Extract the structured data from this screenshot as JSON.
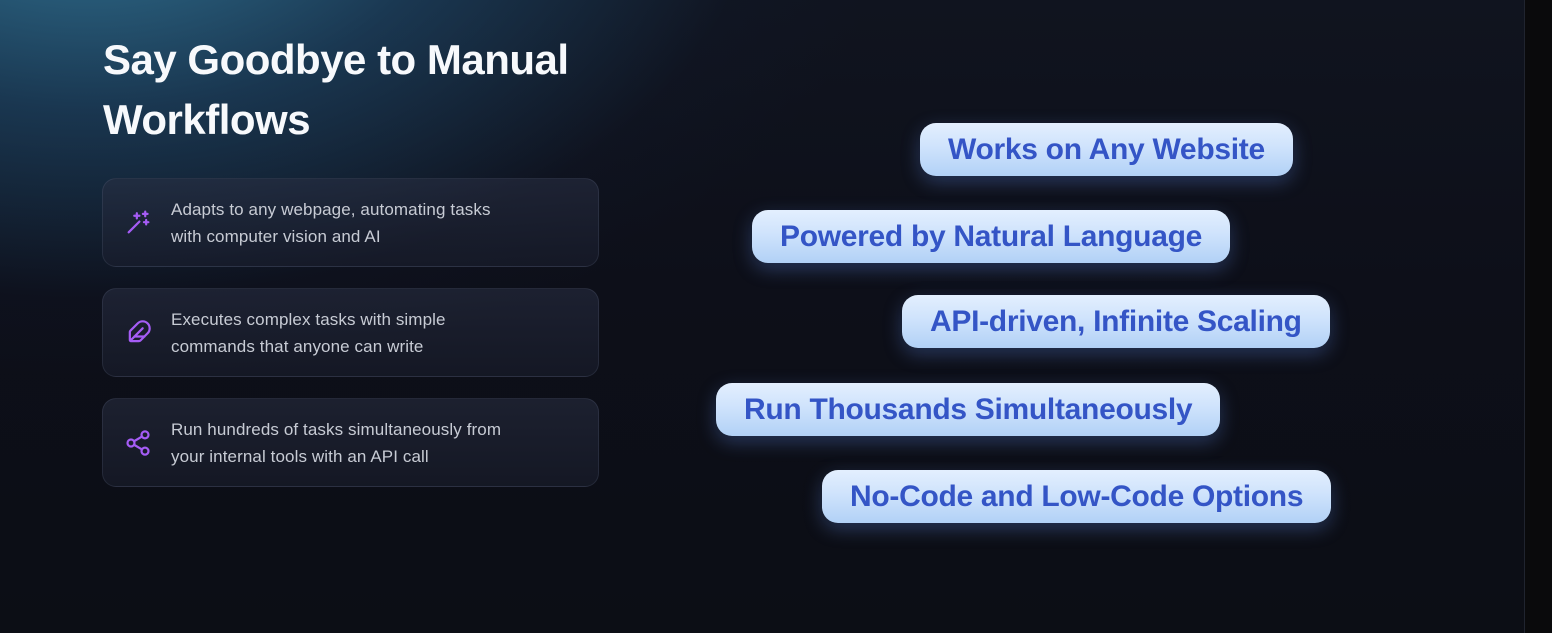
{
  "heading": {
    "lines": [
      "Say Goodbye to Manual",
      "Workflows"
    ]
  },
  "features": [
    {
      "icon": "wand-sparkles-icon",
      "lines": [
        "Adapts to any webpage, automating tasks",
        "with computer vision and AI"
      ]
    },
    {
      "icon": "feather-icon",
      "lines": [
        "Executes complex tasks with simple",
        "commands that anyone can write"
      ]
    },
    {
      "icon": "share-network-icon",
      "lines": [
        "Run hundreds of tasks simultaneously from",
        "your internal tools with an API call"
      ]
    }
  ],
  "badges": [
    {
      "label": "Works on Any Website"
    },
    {
      "label": "Powered by Natural Language"
    },
    {
      "label": "API-driven, Infinite Scaling"
    },
    {
      "label": "Run Thousands Simultaneously"
    },
    {
      "label": "No-Code and Low-Code Options"
    }
  ],
  "colors": {
    "background_base": "#0c0e16",
    "background_glow": "#36809f",
    "card_background": "#1c2030",
    "card_text": "#c7cbd4",
    "icon_accent_purple": "#a55cf5",
    "badge_text_blue": "#3455c6",
    "badge_gradient_top": "#e3effe",
    "badge_gradient_bottom": "#b2d1f6",
    "heading_text": "#f7f9fc"
  }
}
